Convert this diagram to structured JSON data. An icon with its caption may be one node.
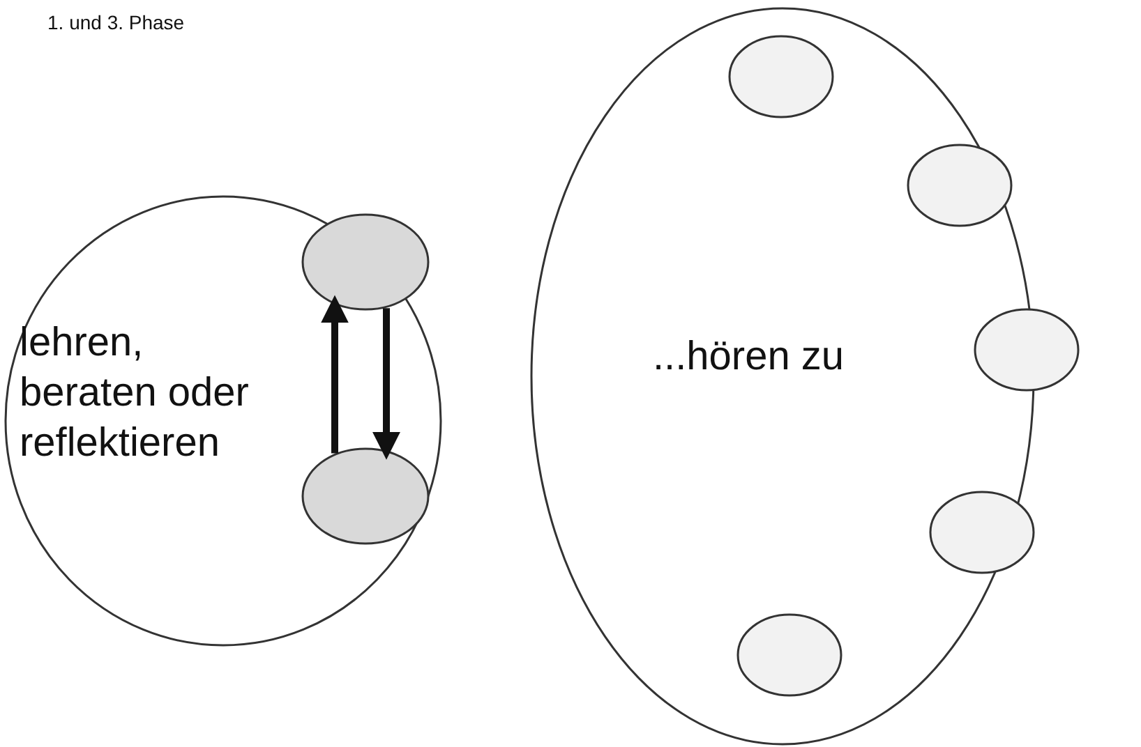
{
  "diagram": {
    "title": "1. und 3. Phase",
    "nodes": [
      {
        "text": [
          "lehren, beraten oder reflektieren"
        ]
      },
      {
        "text": [],
        "shape": "ellipse",
        "in": 0
      },
      {
        "text": [],
        "shape": "ellipse",
        "in": 0
      },
      {
        "text": [
          "...hören zu"
        ]
      },
      {
        "text": [],
        "shape": "ellipse",
        "in": 3
      },
      {
        "text": [],
        "shape": "ellipse",
        "in": 3
      },
      {
        "text": [],
        "shape": "ellipse",
        "in": 3
      },
      {
        "text": [],
        "shape": "ellipse",
        "in": 3
      },
      {
        "text": [],
        "shape": "ellipse",
        "in": 3
      }
    ],
    "edges": [
      {
        "from": 2,
        "to": 1,
        "arrow": "to"
      },
      {
        "from": 1,
        "to": 2,
        "arrow": "to"
      }
    ]
  }
}
